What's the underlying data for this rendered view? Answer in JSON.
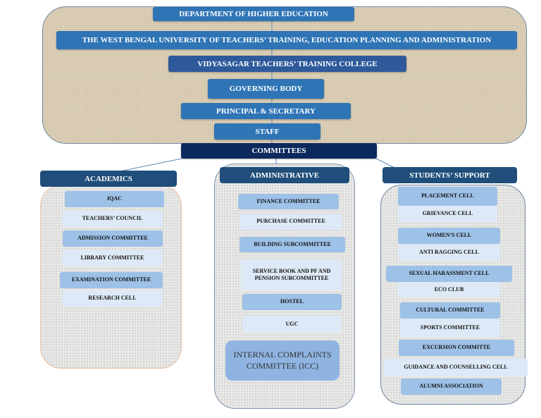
{
  "hierarchy": {
    "department": "DEPARTMENT OF HIGHER EDUCATION",
    "university": "THE WEST BENGAL UNIVERSITY OF TEACHERS’ TRAINING, EDUCATION PLANNING AND ADMINISTRATION",
    "college": "VIDYASAGAR TEACHERS’ TRAINING COLLEGE",
    "governing_body": "GOVERNING BODY",
    "principal": "PRINCIPAL & SECRETARY",
    "staff": "STAFF",
    "committees": "COMMITTEES"
  },
  "academics": {
    "title": "ACADEMICS",
    "items": [
      "IQAC",
      "TEACHERS’ COUNCIL",
      "ADMISSION COMMITTEE",
      "LIBRARY COMMITTEE",
      "EXAMINATION COMMITTEE",
      "RESEARCH CELL"
    ]
  },
  "administrative": {
    "title": "ADMINISTRATIVE",
    "items": [
      "FINANCE COMMITTEE",
      "PURCHASE COMMITTEE",
      "BUILDING SUBCOMMITTEE",
      "SERVICE BOOK AND PF AND PENSION SUBCOMMITTEE",
      "HOSTEL",
      "UGC",
      "INTERNAL COMPLAINTS COMMITTEE (ICC)"
    ]
  },
  "students_support": {
    "title": "STUDENTS’ SUPPORT",
    "items": [
      "PLACEMENT CELL",
      "GRIEVANCE CELL",
      "WOMEN’S  CELL",
      "ANTI RAGGING CELL",
      "SEXUAL HARASSMENT CELL",
      "ECO CLUB",
      "CULTURAL COMMITTEE",
      "SPORTS COMMITTEE",
      "EXCURSION COMMITTE",
      "GUIDANCE AND COUNSELLING CELL",
      "ALUMNI ASSOCIATION"
    ]
  },
  "colors": {
    "primary": "#2f75b6",
    "navy": "#0d2a5e",
    "section": "#1f4e7a",
    "mid": "#9dc1e7",
    "light": "#dde9f6"
  }
}
